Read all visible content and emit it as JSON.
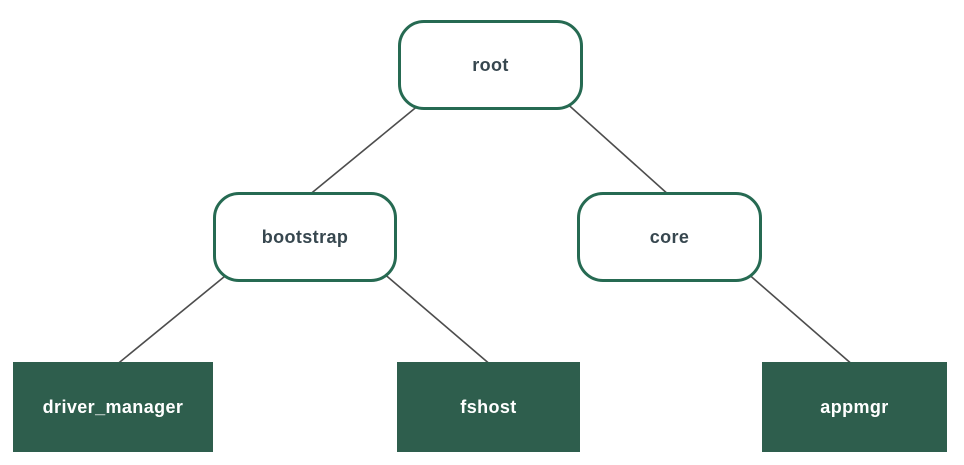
{
  "diagram": {
    "type": "tree",
    "nodes": [
      {
        "id": "root",
        "label": "root",
        "style": "outlined",
        "level": 0
      },
      {
        "id": "bootstrap",
        "label": "bootstrap",
        "style": "outlined",
        "level": 1
      },
      {
        "id": "core",
        "label": "core",
        "style": "outlined",
        "level": 1
      },
      {
        "id": "driver_manager",
        "label": "driver_manager",
        "style": "filled",
        "level": 2
      },
      {
        "id": "fshost",
        "label": "fshost",
        "style": "filled",
        "level": 2
      },
      {
        "id": "appmgr",
        "label": "appmgr",
        "style": "filled",
        "level": 2
      }
    ],
    "edges": [
      {
        "from": "root",
        "to": "bootstrap"
      },
      {
        "from": "root",
        "to": "core"
      },
      {
        "from": "bootstrap",
        "to": "driver_manager"
      },
      {
        "from": "bootstrap",
        "to": "fshost"
      },
      {
        "from": "core",
        "to": "appmgr"
      }
    ]
  },
  "colors": {
    "node_border": "#266a52",
    "leaf_fill": "#2e5e4d",
    "edge_line": "#4d4d4d",
    "node_text": "#37474f",
    "leaf_text": "#ffffff",
    "background": "#ffffff"
  }
}
